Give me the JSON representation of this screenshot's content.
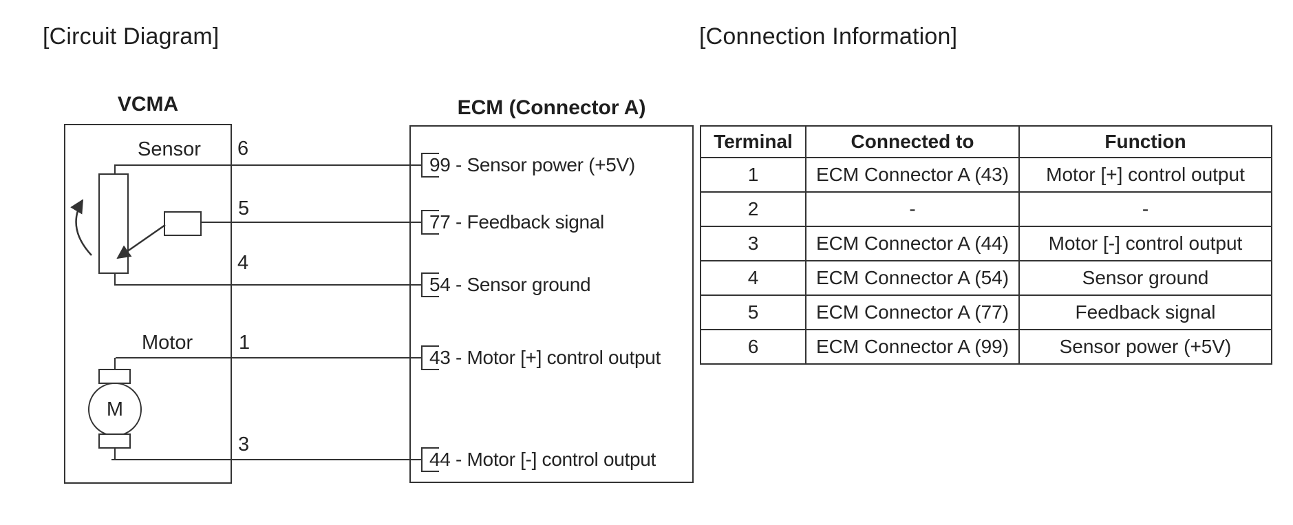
{
  "page": {
    "background": "#ffffff",
    "line_color": "#333333",
    "text_color": "#242424"
  },
  "sections": {
    "circuit_title": "[Circuit Diagram]",
    "connection_title": "[Connection Information]"
  },
  "circuit": {
    "vcma": {
      "title": "VCMA",
      "sensor_label": "Sensor",
      "motor_label": "Motor",
      "motor_symbol": "M"
    },
    "ecm": {
      "title": "ECM (Connector A)"
    },
    "vcma_pins": [
      {
        "number": "6"
      },
      {
        "number": "5"
      },
      {
        "number": "4"
      },
      {
        "number": "1"
      },
      {
        "number": "3"
      }
    ],
    "ecm_pins": [
      {
        "label": "99 - Sensor power (+5V)"
      },
      {
        "label": "77 - Feedback signal"
      },
      {
        "label": "54 - Sensor ground"
      },
      {
        "label": "43 - Motor [+] control output"
      },
      {
        "label": "44 - Motor [-] control output"
      }
    ]
  },
  "table": {
    "headers": [
      "Terminal",
      "Connected to",
      "Function"
    ],
    "rows": [
      [
        "1",
        "ECM Connector A (43)",
        "Motor [+] control output"
      ],
      [
        "2",
        "-",
        "-"
      ],
      [
        "3",
        "ECM Connector A (44)",
        "Motor [-] control output"
      ],
      [
        "4",
        "ECM Connector A (54)",
        "Sensor ground"
      ],
      [
        "5",
        "ECM Connector A (77)",
        "Feedback signal"
      ],
      [
        "6",
        "ECM Connector A (99)",
        "Sensor power (+5V)"
      ]
    ]
  }
}
